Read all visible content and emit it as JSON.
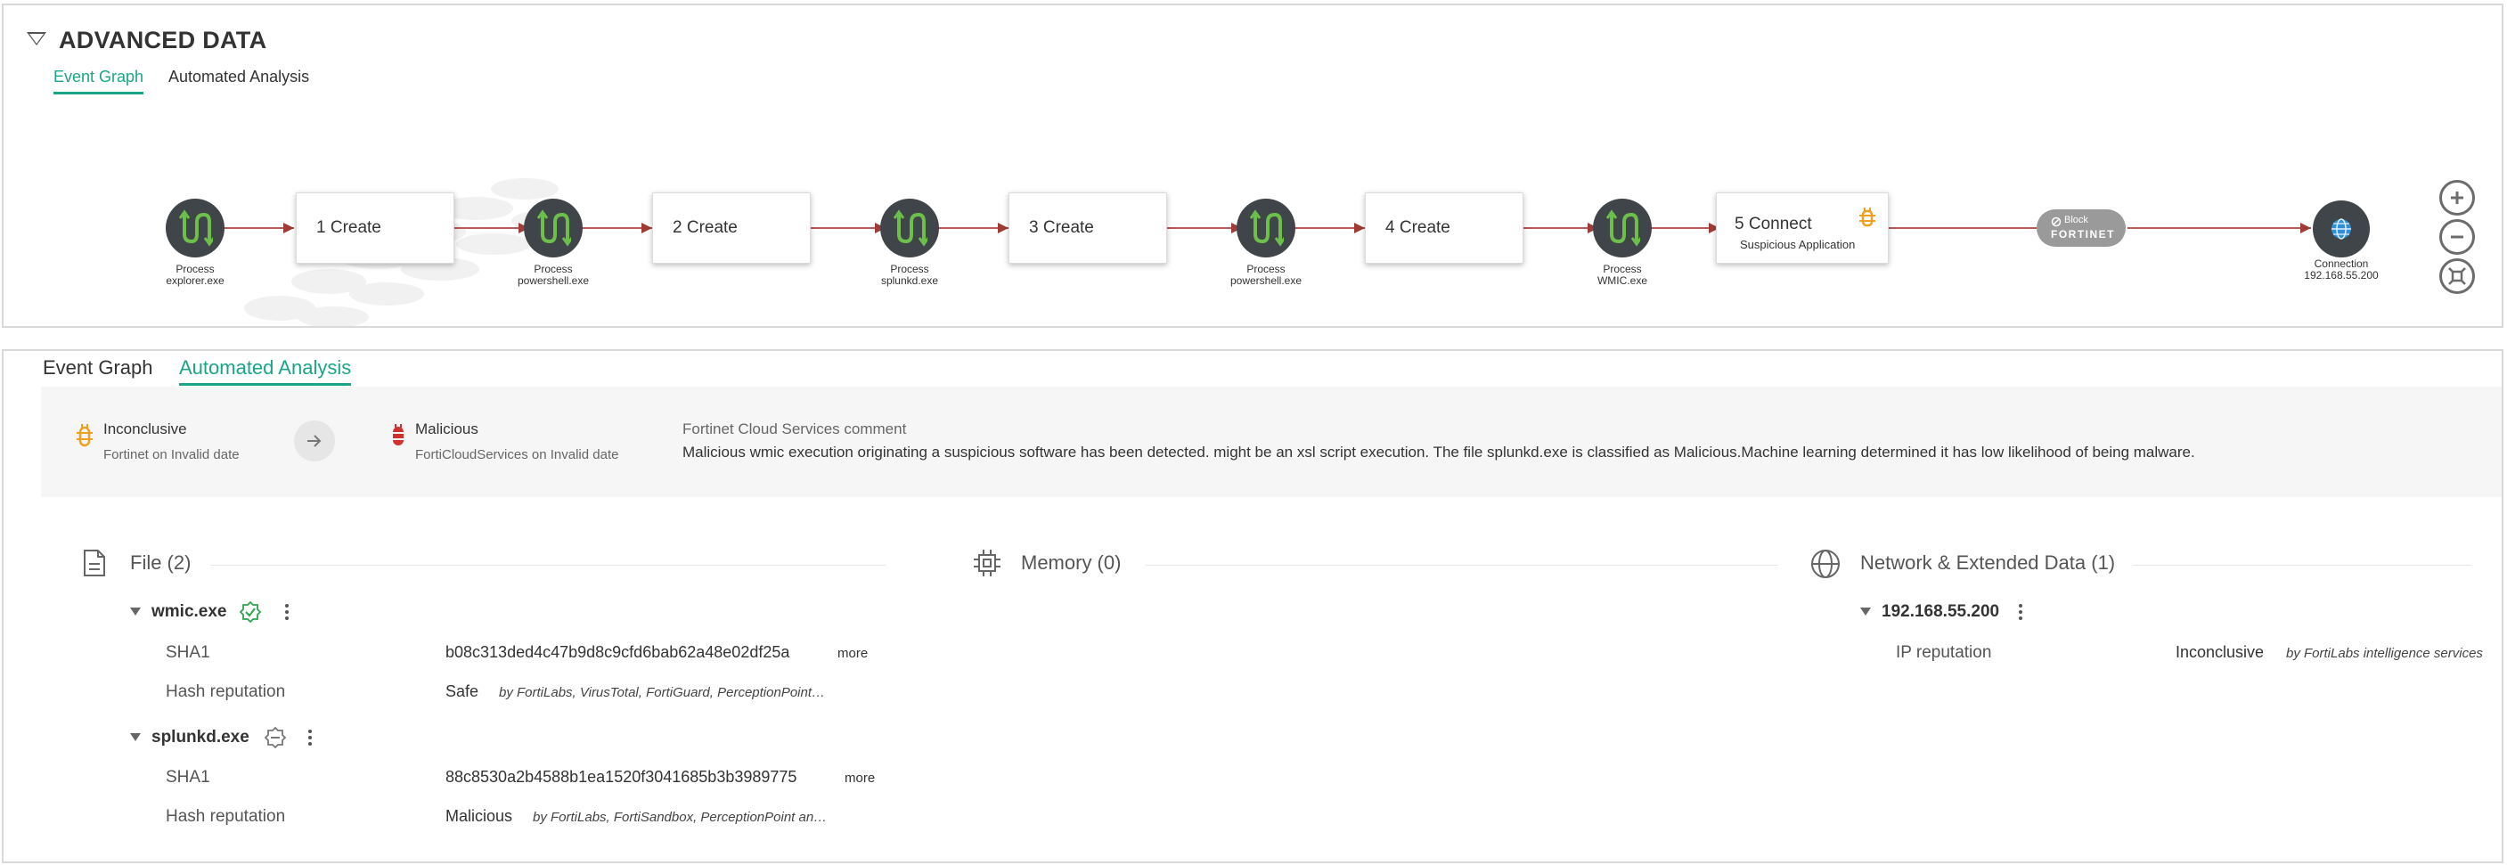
{
  "advanced": {
    "title": "ADVANCED DATA",
    "tabs": [
      {
        "label": "Event Graph",
        "active": true
      },
      {
        "label": "Automated Analysis",
        "active": false
      }
    ]
  },
  "graph": {
    "processes": [
      {
        "caption1": "Process",
        "caption2": "explorer.exe"
      },
      {
        "caption1": "Process",
        "caption2": "powershell.exe"
      },
      {
        "caption1": "Process",
        "caption2": "splunkd.exe"
      },
      {
        "caption1": "Process",
        "caption2": "powershell.exe"
      },
      {
        "caption1": "Process",
        "caption2": "WMIC.exe"
      }
    ],
    "events": [
      {
        "label": "1 Create"
      },
      {
        "label": "2 Create"
      },
      {
        "label": "3 Create"
      },
      {
        "label": "4 Create"
      },
      {
        "label": "5 Connect",
        "sublabel": "Suspicious Application"
      }
    ],
    "block": {
      "label": "Block",
      "brand": "FORTINET"
    },
    "connection": {
      "caption1": "Connection",
      "caption2": "192.168.55.200"
    },
    "edge_color": "#b85a55"
  },
  "analysis": {
    "tabs": [
      {
        "label": "Event Graph",
        "active": false
      },
      {
        "label": "Automated Analysis",
        "active": true
      }
    ],
    "verdict_from": {
      "status": "Inconclusive",
      "source": "Fortinet on Invalid date",
      "icon": "inconclusive-bug-icon",
      "color": "#f0a020"
    },
    "verdict_to": {
      "status": "Malicious",
      "source": "FortiCloudServices on Invalid date",
      "icon": "malicious-bug-icon",
      "color": "#d0312d"
    },
    "comment": {
      "title": "Fortinet Cloud Services comment",
      "text": "Malicious wmic execution originating a suspicious software has been detected. might be an xsl script execution. The file splunkd.exe is classified as Malicious.Machine learning determined it has low likelihood of being malware."
    },
    "sections": {
      "file": {
        "title": "File (2)"
      },
      "memory": {
        "title": "Memory (0)"
      },
      "network": {
        "title": "Network & Extended Data (1)"
      }
    },
    "files": [
      {
        "name": "wmic.exe",
        "badge": "safe-check-icon",
        "sha1_label": "SHA1",
        "sha1": "b08c313ded4c47b9d8c9cfd6bab62a48e02df25a",
        "more": "more",
        "rep_label": "Hash reputation",
        "rep_value": "Safe",
        "rep_source": "by FortiLabs, VirusTotal, FortiGuard, PerceptionPoint…"
      },
      {
        "name": "splunkd.exe",
        "badge": "malicious-minus-icon",
        "sha1_label": "SHA1",
        "sha1": "88c8530a2b4588b1ea1520f3041685b3b3989775",
        "more": "more",
        "rep_label": "Hash reputation",
        "rep_value": "Malicious",
        "rep_source": "by FortiLabs, FortiSandbox, PerceptionPoint an…"
      }
    ],
    "network": {
      "ip": "192.168.55.200",
      "rep_label": "IP reputation",
      "rep_value": "Inconclusive",
      "rep_source": "by FortiLabs intelligence services"
    }
  }
}
